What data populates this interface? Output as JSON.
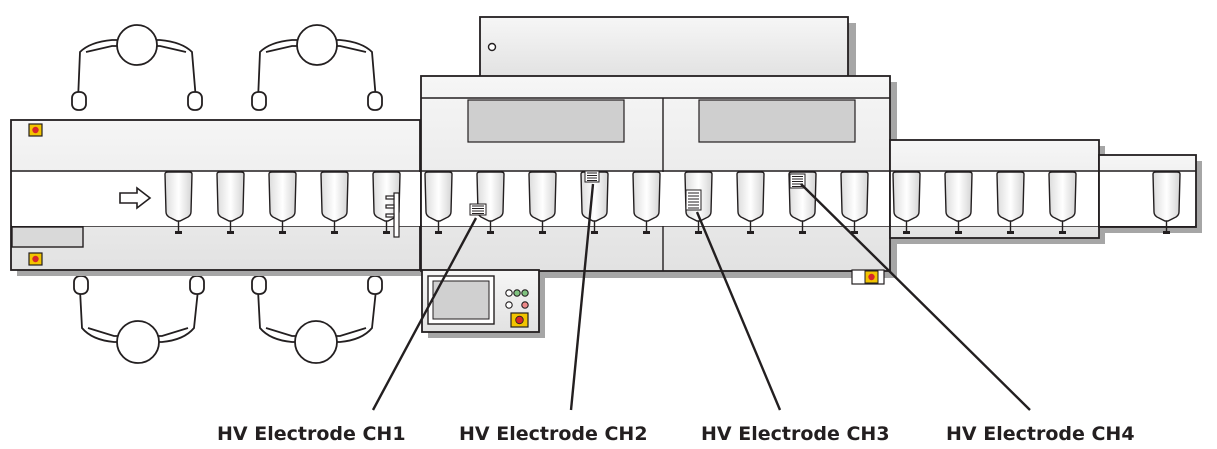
{
  "labels": {
    "ch1": "HV Electrode CH1",
    "ch2": "HV Electrode CH2",
    "ch3": "HV Electrode CH3",
    "ch4": "HV Electrode CH4"
  },
  "colors": {
    "outline": "#231f20",
    "panel": "#eeeeee",
    "panel_dark": "#d9d9d9",
    "window": "#cfcfcf",
    "stop_button_fill": "#f2c400",
    "stop_button_core": "#d7262b",
    "shadow": "#9a9a9a"
  },
  "icons": {
    "flow_arrow": "flow-direction-arrow-icon",
    "bag": "iv-bag-icon",
    "stop": "emergency-stop-icon"
  }
}
